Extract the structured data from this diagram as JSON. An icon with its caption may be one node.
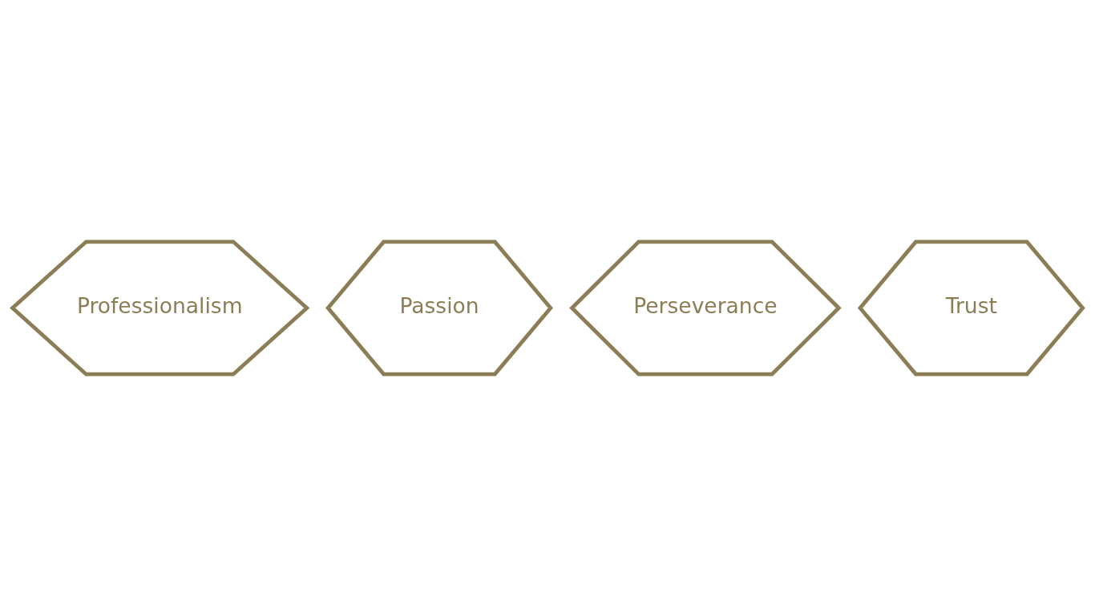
{
  "diagram": {
    "nodes": [
      {
        "text": [
          "Passion"
        ]
      },
      {
        "text": [
          "Professionalism"
        ]
      },
      {
        "text": [
          "Trust"
        ]
      },
      {
        "text": [
          "Perseverance"
        ]
      }
    ]
  }
}
